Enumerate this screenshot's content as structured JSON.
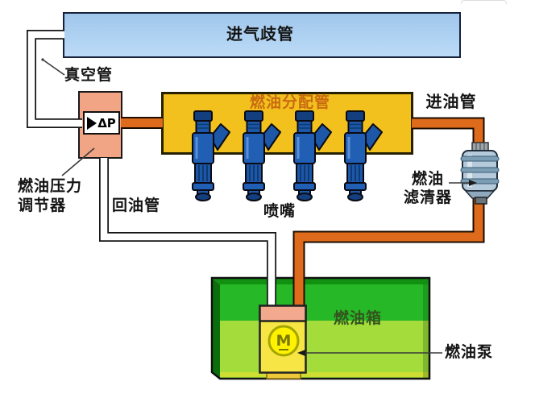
{
  "diagram": {
    "subject": "fuel-injection-system-schematic",
    "labels": {
      "intake_manifold": "进气歧管",
      "vacuum_pipe": "真空管",
      "fuel_rail": "燃油分配管",
      "inlet_pipe": "进油管",
      "pressure_regulator": [
        "燃油压力",
        "调节器"
      ],
      "regulator_symbol": "ΔP",
      "return_pipe": "回油管",
      "injector": "喷嘴",
      "fuel_filter": [
        "燃油",
        "滤清器"
      ],
      "fuel_tank": "燃油箱",
      "fuel_pump": "燃油泵",
      "pump_motor": "M"
    },
    "colors": {
      "manifold_blue": "#AFD2F2",
      "rail_yellow": "#F2C11E",
      "rail_text_orange": "#C96A10",
      "regulator_pink": "#F2A585",
      "pipe_orange": "#DE6B1C",
      "injector_blue": "#1C57A8",
      "filter_steel_blue": "#B5CBDC",
      "tank_green_dark": "#27B827",
      "tank_green_light": "#A3DC3B",
      "pump_yellow": "#F7E545",
      "pump_top_pink": "#F2A98E",
      "motor_circle_yellow": "#FFF200",
      "tank_text_green": "#33551E"
    },
    "component_count": {
      "injectors": 4
    }
  }
}
